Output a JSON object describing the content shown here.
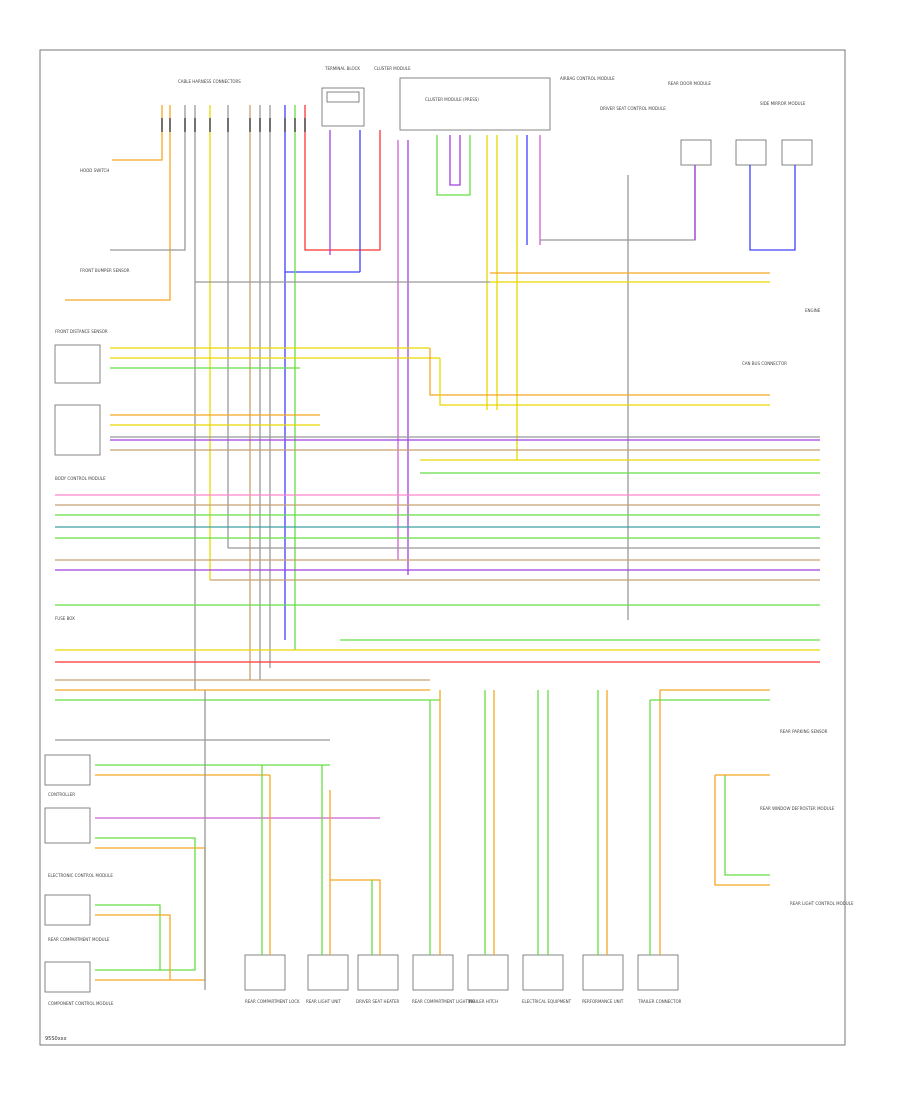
{
  "diagram": {
    "frame_color": "#666666",
    "footer_code": "95S0xxx",
    "top_components": [
      {
        "id": "c1",
        "label": "CABLE HARNESS CONNECTORS"
      },
      {
        "id": "c2",
        "label": "TERMINAL BLOCK"
      },
      {
        "id": "c3",
        "label": "CLUSTER MODULE"
      },
      {
        "id": "c4",
        "label": "CLUSTER MODULE (PRESS)"
      },
      {
        "id": "c5",
        "label": "AIRBAG CONTROL MODULE"
      },
      {
        "id": "c6",
        "label": "DRIVER SEAT CONTROL MODULE"
      },
      {
        "id": "c7",
        "label": "REAR DOOR MODULE"
      },
      {
        "id": "c8",
        "label": "SIDE MIRROR MODULE"
      }
    ],
    "left_components": [
      {
        "id": "l1",
        "label": "HOOD SWITCH"
      },
      {
        "id": "l2",
        "label": "FRONT BUMPER SENSOR"
      },
      {
        "id": "l3",
        "label": "FRONT DISTANCE SENSOR"
      },
      {
        "id": "l4",
        "label": "BODY CONTROL MODULE"
      },
      {
        "id": "l5",
        "label": "FUSE BOX"
      },
      {
        "id": "l6",
        "label": "CONTROLLER"
      },
      {
        "id": "l7",
        "label": "ELECTRONIC CONTROL MODULE"
      },
      {
        "id": "l8",
        "label": "REAR COMPARTMENT MODULE"
      },
      {
        "id": "l9",
        "label": "COMPONENT CONTROL MODULE"
      }
    ],
    "right_components": [
      {
        "id": "r1",
        "label": "CAN BUS CONNECTOR"
      },
      {
        "id": "r2",
        "label": "ENGINE"
      },
      {
        "id": "r3",
        "label": "REAR PARKING SENSOR"
      },
      {
        "id": "r4",
        "label": "REAR WINDOW DEFROSTER MODULE"
      },
      {
        "id": "r5",
        "label": "REAR LIGHT CONTROL MODULE"
      }
    ],
    "bottom_components": [
      {
        "id": "b1",
        "label": "REAR COMPARTMENT LOCK"
      },
      {
        "id": "b2",
        "label": "REAR LIGHT UNIT"
      },
      {
        "id": "b3",
        "label": "DRIVER SEAT HEATER"
      },
      {
        "id": "b4",
        "label": "REAR COMPARTMENT LIGHTING"
      },
      {
        "id": "b5",
        "label": "TRAILER HITCH"
      },
      {
        "id": "b6",
        "label": "ELECTRICAL EQUIPMENT"
      },
      {
        "id": "b7",
        "label": "PERFORMANCE UNIT"
      },
      {
        "id": "b8",
        "label": "TRAILER CONNECTOR"
      }
    ]
  }
}
